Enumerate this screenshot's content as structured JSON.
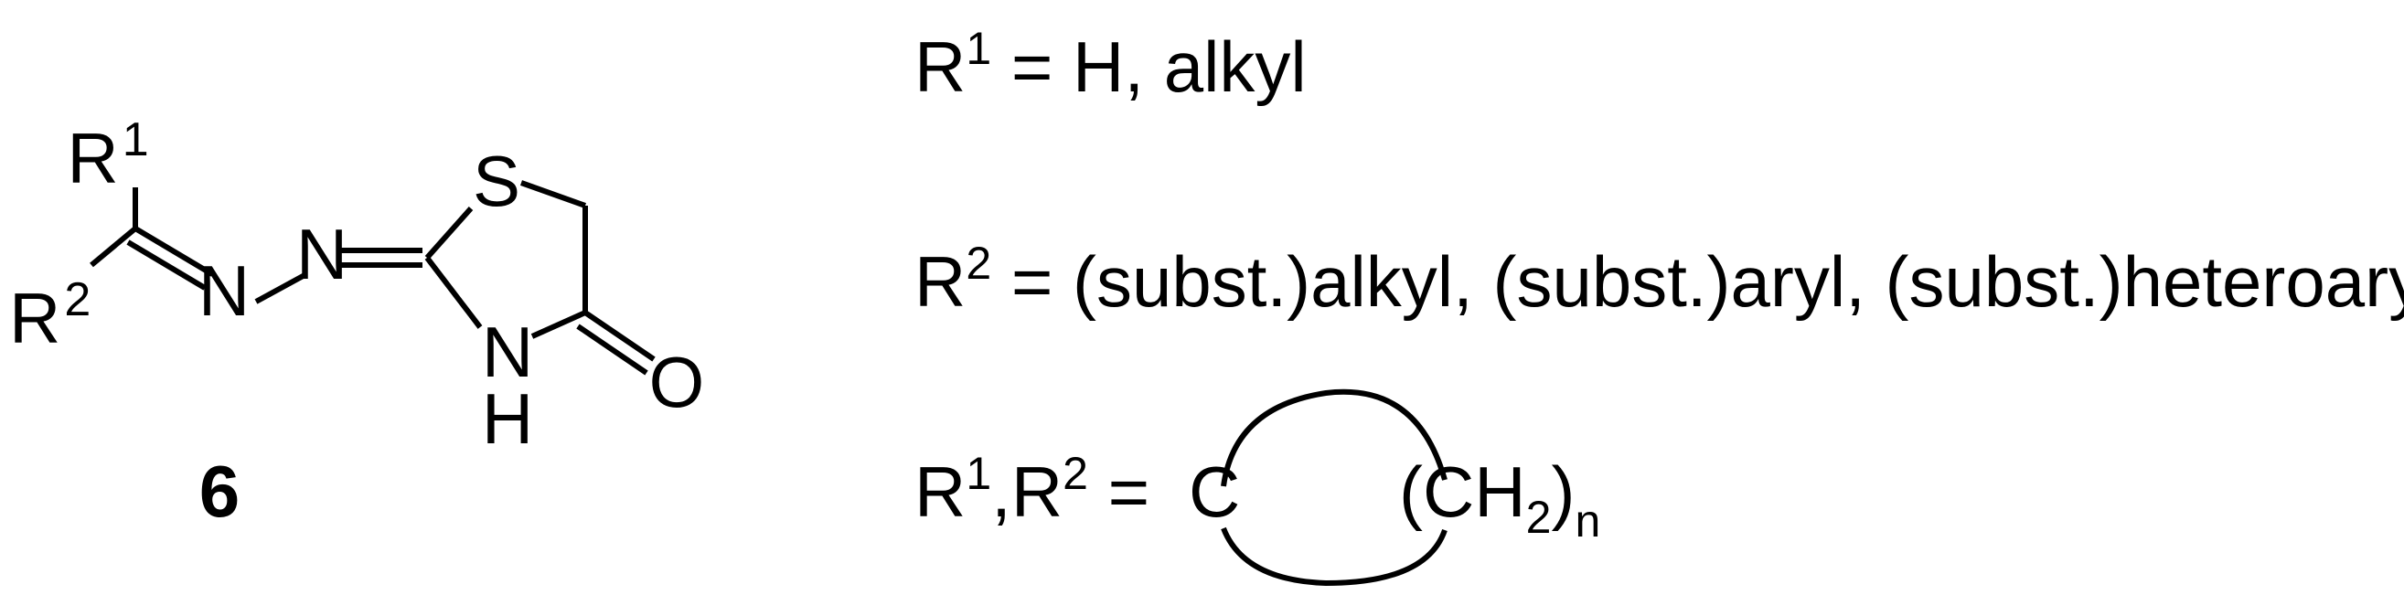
{
  "structure": {
    "compound_number": "6",
    "atoms": {
      "r1": "R",
      "r1_sup": "1",
      "r2": "R",
      "r2_sup": "2",
      "n_imine": "N",
      "n_hydrazone": "N",
      "s": "S",
      "n_ring": "N",
      "h_ring": "H",
      "o": "O"
    }
  },
  "definitions": {
    "r1": {
      "symbol": "R",
      "sup": "1",
      "text": " = H, alkyl"
    },
    "r2": {
      "symbol": "R",
      "sup": "2",
      "text": " = (subst.)alkyl, (subst.)aryl, (subst.)heteroaryl"
    },
    "ring": {
      "symbol1": "R",
      "sup1": "1",
      "sep": ",R",
      "sup2": "2",
      "equals": " =",
      "carbon": "C",
      "group_open": "(CH",
      "group_sub": "2",
      "group_close": ")",
      "group_index": "n"
    }
  }
}
